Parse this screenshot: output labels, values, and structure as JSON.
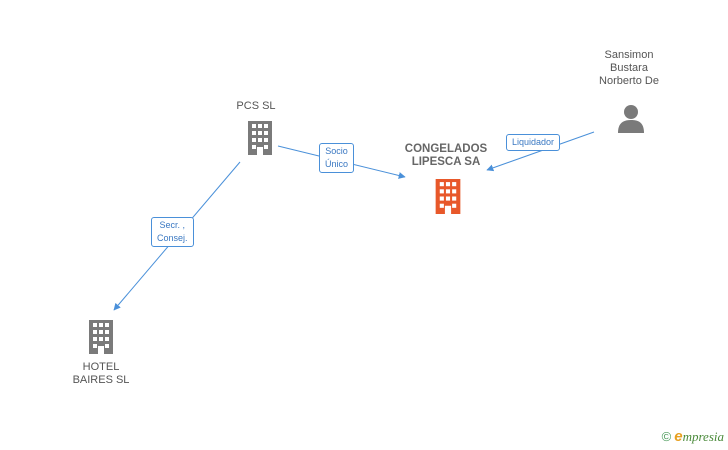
{
  "nodes": {
    "pcs": {
      "lines": [
        "PCS SL"
      ],
      "kind": "company",
      "color": "#7a7a7a"
    },
    "congelados": {
      "lines": [
        "CONGELADOS",
        "LIPESCA SA"
      ],
      "kind": "company",
      "color": "#e8582a"
    },
    "sansimon": {
      "lines": [
        "Sansimon",
        "Bustara",
        "Norberto De"
      ],
      "kind": "person",
      "color": "#7a7a7a"
    },
    "hotel": {
      "lines": [
        "HOTEL",
        "BAIRES SL"
      ],
      "kind": "company",
      "color": "#7a7a7a"
    }
  },
  "edges": {
    "socio": {
      "lines": [
        "Socio",
        "Único"
      ]
    },
    "liquidador": {
      "lines": [
        "Liquidador"
      ]
    },
    "secr": {
      "lines": [
        "Secr. ,",
        "Consej."
      ]
    }
  },
  "colors": {
    "edge": "#4a90d9",
    "brand_green": "#4a8a3a",
    "brand_orange": "#e8a020"
  },
  "brand": {
    "copyright": "©",
    "e_letter": "e",
    "rest": "mpresia"
  }
}
